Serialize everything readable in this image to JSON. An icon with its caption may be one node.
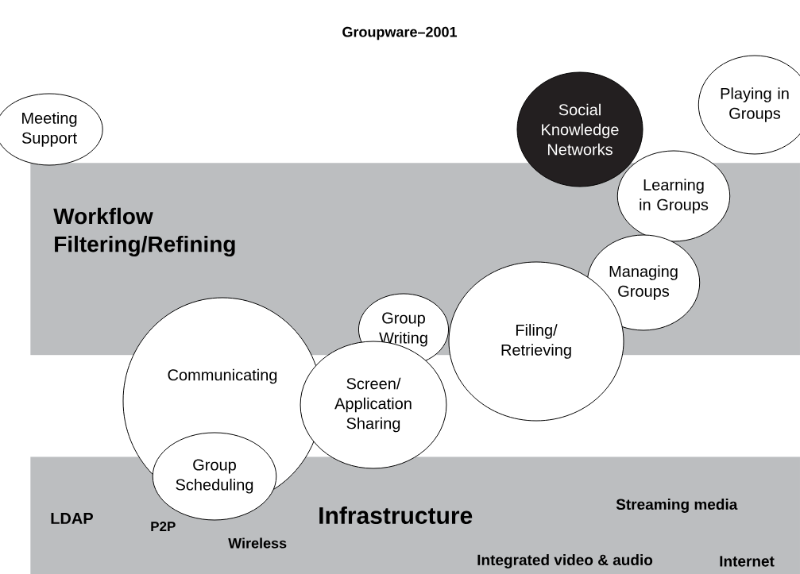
{
  "diagram": {
    "title": "Groupware–2001",
    "nodes": [
      {
        "text": [
          "Workflow",
          "Filtering/Refining"
        ]
      },
      {
        "text": [
          "LDAP",
          "P2P",
          "Wireless",
          "Infrastructure",
          "Streaming media",
          "Integrated video & audio",
          "Internet"
        ]
      },
      {
        "text": [
          "Meeting Support"
        ]
      },
      {
        "text": [
          "Social Knowledge Networks"
        ]
      },
      {
        "text": [
          "Playing in Groups"
        ]
      },
      {
        "text": [
          "Learning in Groups"
        ]
      },
      {
        "text": [
          "Managing Groups"
        ],
        "in": 0
      },
      {
        "text": [
          "Filing/ Retrieving"
        ]
      },
      {
        "text": [
          "Group Writing"
        ]
      },
      {
        "text": [
          "Communicating"
        ]
      },
      {
        "text": [
          "Screen/ Application Sharing"
        ]
      },
      {
        "text": [
          "Group Scheduling"
        ]
      }
    ]
  }
}
